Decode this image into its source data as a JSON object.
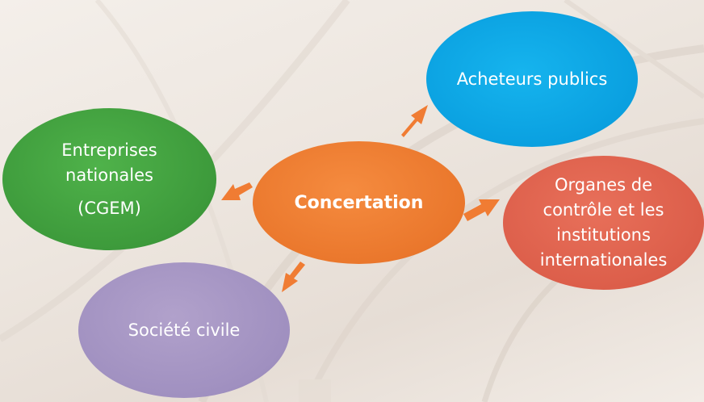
{
  "diagram": {
    "center": {
      "label": "Concertation",
      "color": "#ea772c"
    },
    "nodes": [
      {
        "id": "acheteurs",
        "label": "Acheteurs publics",
        "color": "#0aa0e0"
      },
      {
        "id": "entreprises",
        "label": "Entreprises nationales",
        "sub": "(CGEM)",
        "color": "#3d9a3b"
      },
      {
        "id": "organes",
        "label": "Organes de contrôle et les institutions internationales",
        "color": "#dc5e4a"
      },
      {
        "id": "societe",
        "label": "Société civile",
        "color": "#a090c0"
      }
    ],
    "arrow_color": "#f07c33"
  }
}
